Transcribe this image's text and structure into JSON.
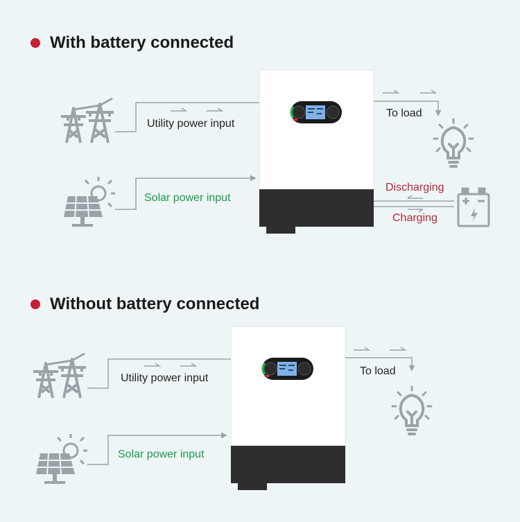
{
  "sections": [
    {
      "title": "With battery connected",
      "utility_label": "Utility power input",
      "solar_label": "Solar power input",
      "load_label": "To load",
      "discharging_label": "Discharging",
      "charging_label": "Charging"
    },
    {
      "title": "Without battery connected",
      "utility_label": "Utility power input",
      "solar_label": "Solar power input",
      "load_label": "To load"
    }
  ],
  "colors": {
    "accent_dot": "#c42132",
    "line": "#9aa3a8",
    "solar_text": "#1c9a4a",
    "battery_text": "#b5293a",
    "inverter_body": "#ffffff",
    "inverter_base": "#2e2e2e"
  },
  "icons": [
    "power-tower-icon",
    "solar-panel-icon",
    "light-bulb-icon",
    "battery-icon",
    "inverter-device"
  ]
}
